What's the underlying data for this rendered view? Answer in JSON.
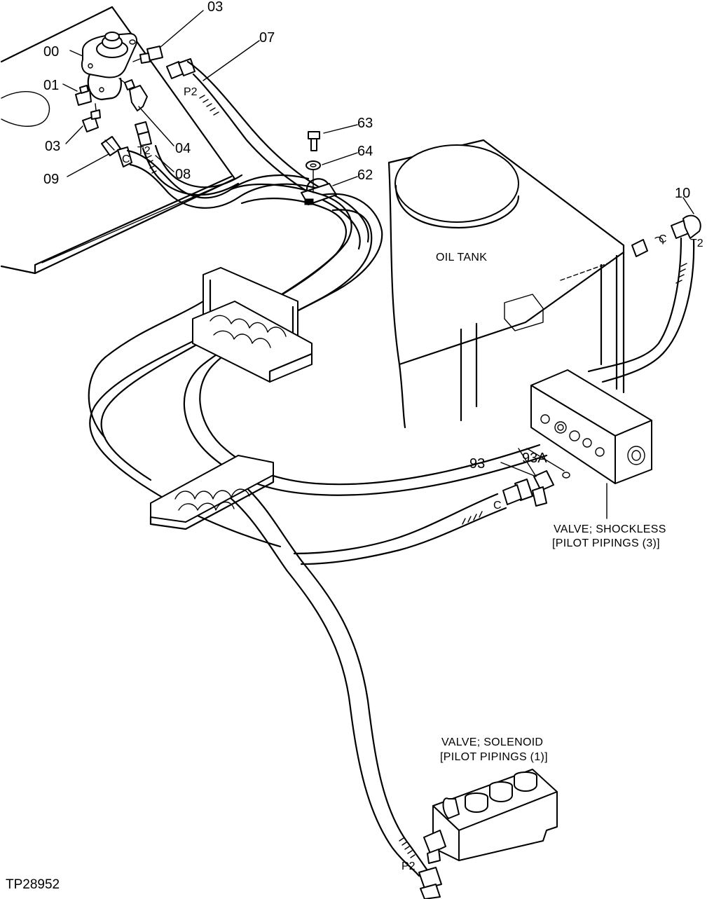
{
  "figure_id": "TP28952",
  "part_labels": {
    "p00": "00",
    "p01": "01",
    "p03a": "03",
    "p03b": "03",
    "p04": "04",
    "p07": "07",
    "p08": "08",
    "p09": "09",
    "p62": "62",
    "p63": "63",
    "p64": "64",
    "p10": "10",
    "p93": "93",
    "p93a": "93A"
  },
  "port_labels": {
    "p2_top": "P2",
    "t2_top": "T2",
    "t2_right": "T2",
    "p2_bottom": "P2",
    "c_left": "C",
    "c_right": "C",
    "c_valve": "C"
  },
  "components": {
    "oil_tank": "OIL TANK",
    "shockless_line1": "VALVE; SHOCKLESS",
    "shockless_line2": "[PILOT PIPINGS (3)]",
    "solenoid_line1": "VALVE; SOLENOID",
    "solenoid_line2": "[PILOT PIPINGS (1)]"
  }
}
